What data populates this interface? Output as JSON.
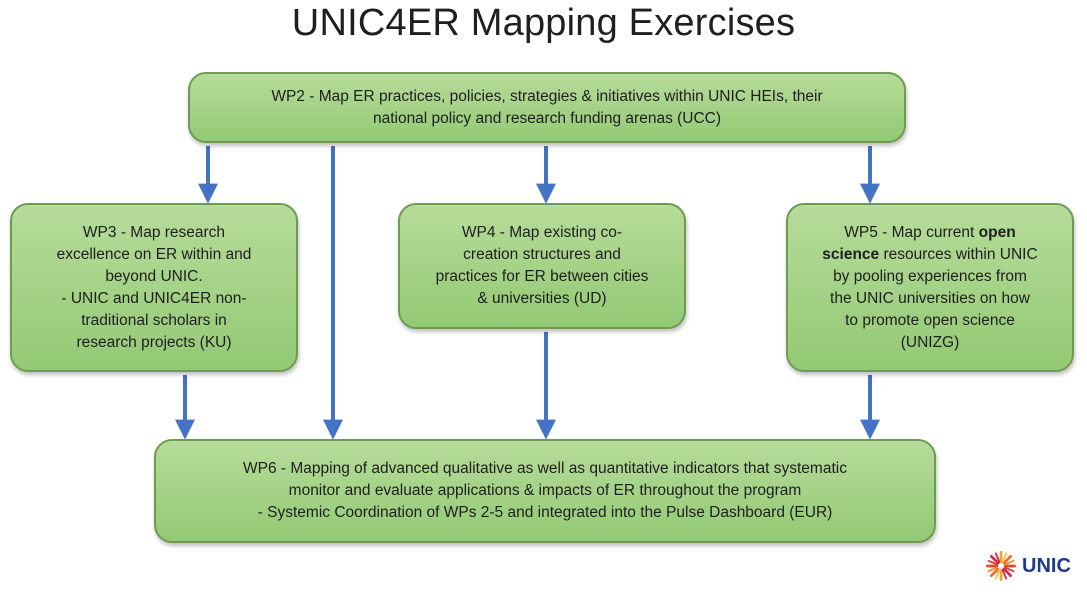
{
  "title": "UNIC4ER Mapping Exercises",
  "colors": {
    "box_fill": "#a6d387",
    "box_border": "#6f9a52",
    "arrow": "#4472c4"
  },
  "boxes": {
    "wp2": {
      "lines": [
        "WP2 -  Map ER practices, policies, strategies & initiatives within UNIC HEIs, their",
        "national policy and research funding arenas  (UCC)"
      ]
    },
    "wp3": {
      "lines": [
        "WP3 -  Map research",
        "excellence on ER within and",
        "beyond UNIC.",
        "- UNIC and UNIC4ER non-",
        "traditional scholars in",
        "research projects (KU)"
      ]
    },
    "wp4": {
      "lines": [
        "WP4 -  Map existing co-",
        "creation structures and",
        "practices for ER between cities",
        "& universities (UD)"
      ]
    },
    "wp5": {
      "line1_pre": "WP5 -  Map current ",
      "line1_bold": "open",
      "line2_bold": "science",
      "line2_post": " resources within UNIC",
      "lines_rest": [
        "by pooling experiences from",
        "the UNIC universities on how",
        "to promote open science",
        "(UNIZG)"
      ]
    },
    "wp6": {
      "lines": [
        "WP6 -  Mapping of advanced qualitative as well as quantitative indicators that systematic",
        "monitor and evaluate applications & impacts of ER throughout the program",
        "- Systemic Coordination of WPs 2-5 and integrated into the Pulse Dashboard (EUR)"
      ]
    }
  },
  "logo": {
    "text": "UNIC",
    "icon": "sunburst-icon"
  }
}
